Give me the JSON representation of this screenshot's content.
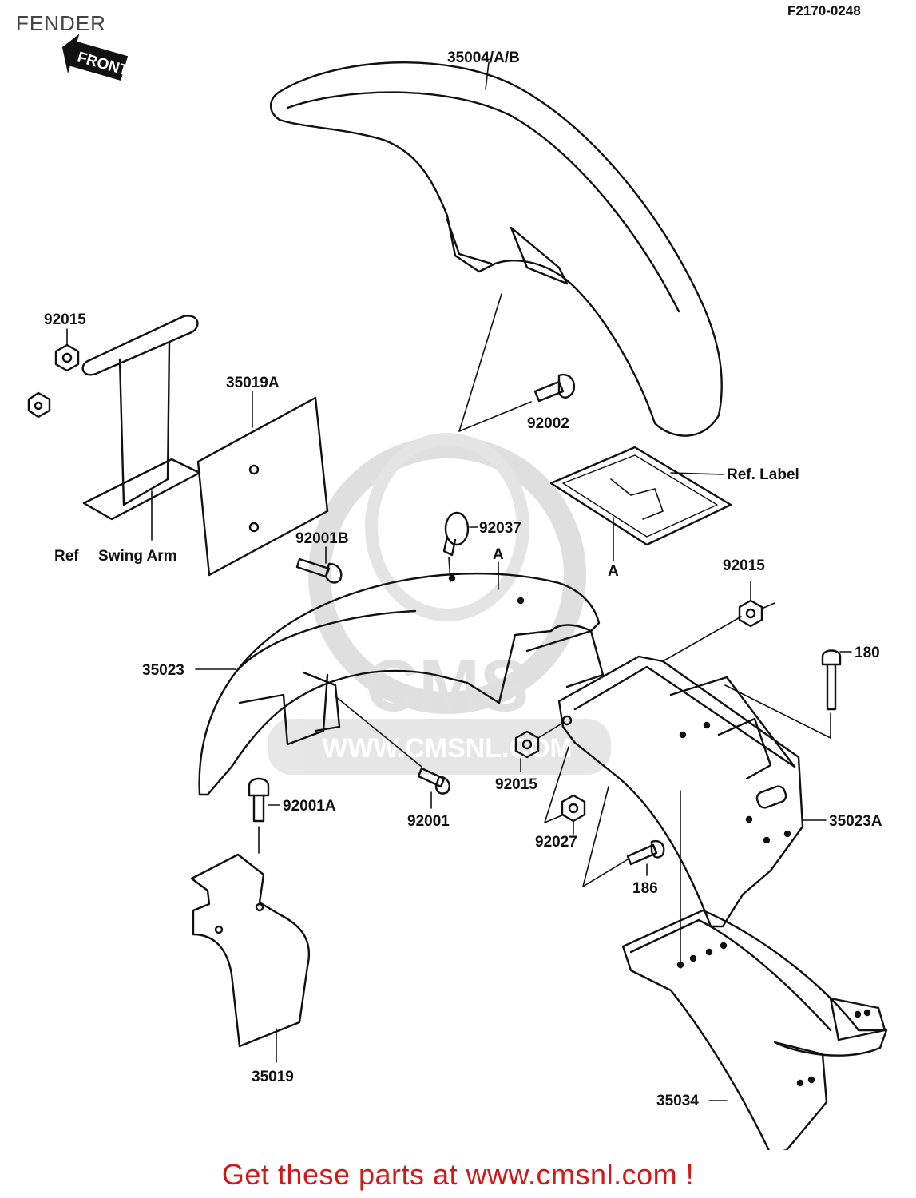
{
  "header": {
    "title": "FENDER",
    "drawing_code": "F2170-0248"
  },
  "diagram": {
    "front_arrow_label": "FRONT",
    "callouts": [
      {
        "id": "front-fender",
        "text": "35004/A/B"
      },
      {
        "id": "bolt-92002",
        "text": "92002"
      },
      {
        "id": "ref-label",
        "text": "Ref. Label"
      },
      {
        "id": "marker-a-label",
        "text": "A"
      },
      {
        "id": "nut-92015-top",
        "text": "92015"
      },
      {
        "id": "plate-35019a",
        "text": "35019A"
      },
      {
        "id": "swing-arm-ref",
        "text": "Ref"
      },
      {
        "id": "swing-arm-name",
        "text": "Swing Arm"
      },
      {
        "id": "bolt-92001b",
        "text": "92001B"
      },
      {
        "id": "clamp-92037",
        "text": "92037"
      },
      {
        "id": "marker-a-fender",
        "text": "A"
      },
      {
        "id": "nut-92015-right",
        "text": "92015"
      },
      {
        "id": "bolt-180",
        "text": "180"
      },
      {
        "id": "rear-fender",
        "text": "35023"
      },
      {
        "id": "nut-92015-mid",
        "text": "92015"
      },
      {
        "id": "bolt-92001a",
        "text": "92001A"
      },
      {
        "id": "bolt-92001",
        "text": "92001"
      },
      {
        "id": "nut-92027",
        "text": "92027"
      },
      {
        "id": "rear-fender-inner",
        "text": "35023A"
      },
      {
        "id": "bolt-186",
        "text": "186"
      },
      {
        "id": "cover-35019",
        "text": "35019"
      },
      {
        "id": "flap-35034",
        "text": "35034"
      }
    ],
    "watermark": {
      "brand": "CMS",
      "url": "WWW.CMSNL.COM"
    }
  },
  "footer": {
    "link_text": "Get these parts at www.cmsnl.com !"
  },
  "colors": {
    "line": "#111111",
    "footer_text": "#d01818",
    "watermark": "#d8d8d8"
  }
}
